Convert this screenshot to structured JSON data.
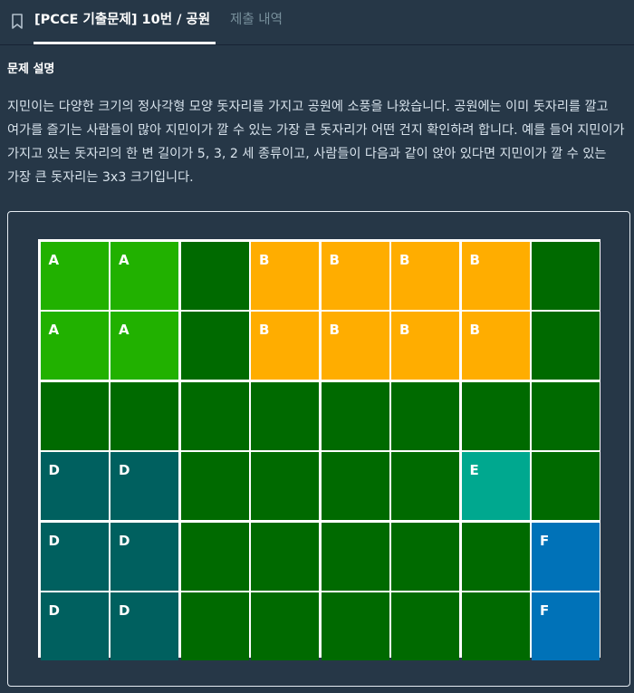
{
  "tabs": {
    "problem": "[PCCE 기출문제] 10번 / 공원",
    "submissions": "제출 내역"
  },
  "section_title": "문제 설명",
  "description": "지민이는 다양한 크기의 정사각형 모양 돗자리를 가지고 공원에 소풍을 나왔습니다. 공원에는 이미 돗자리를 깔고 여가를 즐기는 사람들이 많아 지민이가 깔 수 있는 가장 큰 돗자리가 어떤 건지 확인하려 합니다. 예를 들어 지민이가 가지고 있는 돗자리의 한 변 길이가 5, 3, 2 세 종류이고, 사람들이 다음과 같이 앉아 있다면 지민이가 깔 수 있는 가장 큰 돗자리는 3x3 크기입니다.",
  "park": {
    "colors": {
      "empty": "#006a00",
      "A": "#21b100",
      "B": "#ffad00",
      "D": "#00605f",
      "E": "#00a88f",
      "F": "#0072b8"
    },
    "rows": [
      [
        "A",
        "A",
        "",
        "B",
        "B",
        "B",
        "B",
        ""
      ],
      [
        "A",
        "A",
        "",
        "B",
        "B",
        "B",
        "B",
        ""
      ],
      [
        "",
        "",
        "",
        "",
        "",
        "",
        "",
        ""
      ],
      [
        "D",
        "D",
        "",
        "",
        "",
        "",
        "E",
        ""
      ],
      [
        "D",
        "D",
        "",
        "",
        "",
        "",
        "",
        "F"
      ],
      [
        "D",
        "D",
        "",
        "",
        "",
        "",
        "",
        "F"
      ]
    ]
  }
}
